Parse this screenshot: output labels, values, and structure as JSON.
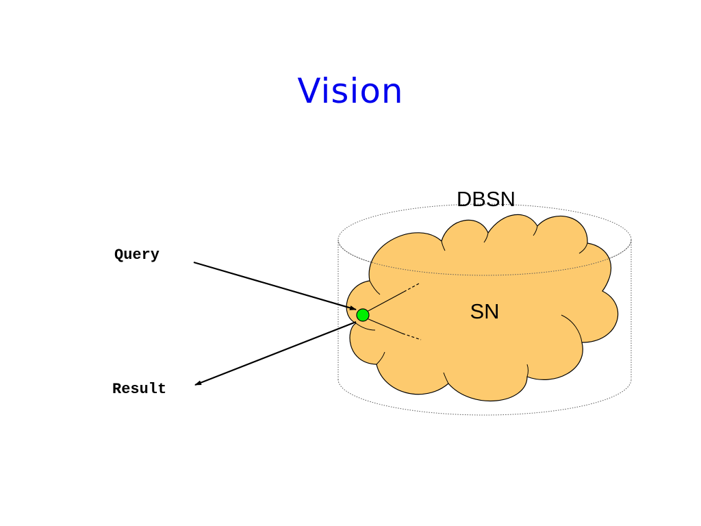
{
  "title": "Vision",
  "labels": {
    "container": "DBSN",
    "cloud": "SN",
    "input": "Query",
    "output": "Result"
  },
  "colors": {
    "title": "#0000ee",
    "cloud_fill": "#fdca6e",
    "node": "#00ee00",
    "line": "#000000",
    "dotted_outline": "#555555"
  }
}
